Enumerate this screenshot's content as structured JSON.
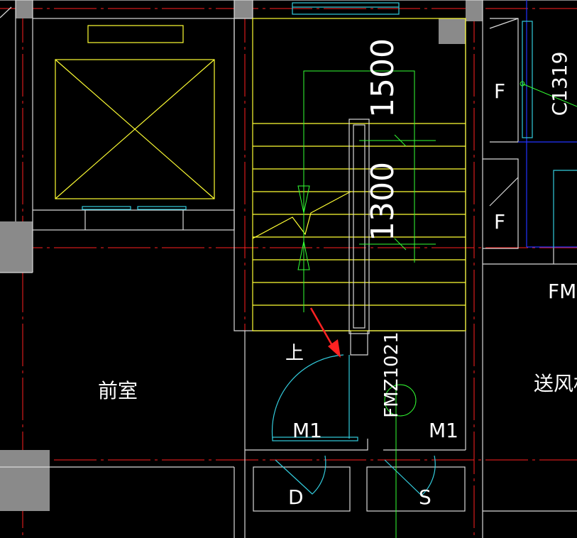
{
  "drawing": {
    "colors": {
      "background": "#000000",
      "wall": "#d9d9d9",
      "column": "#8a8a8a",
      "axis": "#ff2020",
      "stair": "#ffff33",
      "dimension": "#33ff33",
      "door": "#33ccdd",
      "window": "#33ccdd",
      "blue": "#2233ff",
      "arrow": "#ff2222"
    },
    "labels": {
      "dim_top": "1500",
      "dim_mid": "1300",
      "fire_door": "FMZ1021",
      "door_left": "M1",
      "door_right": "M1",
      "up": "上",
      "anteroom": "前室",
      "f_upper": "F",
      "f_lower": "F",
      "fm_right": "FM",
      "supply_air": "送风机",
      "window_code": "C1319",
      "shaft_d": "D",
      "shaft_s": "S"
    }
  }
}
